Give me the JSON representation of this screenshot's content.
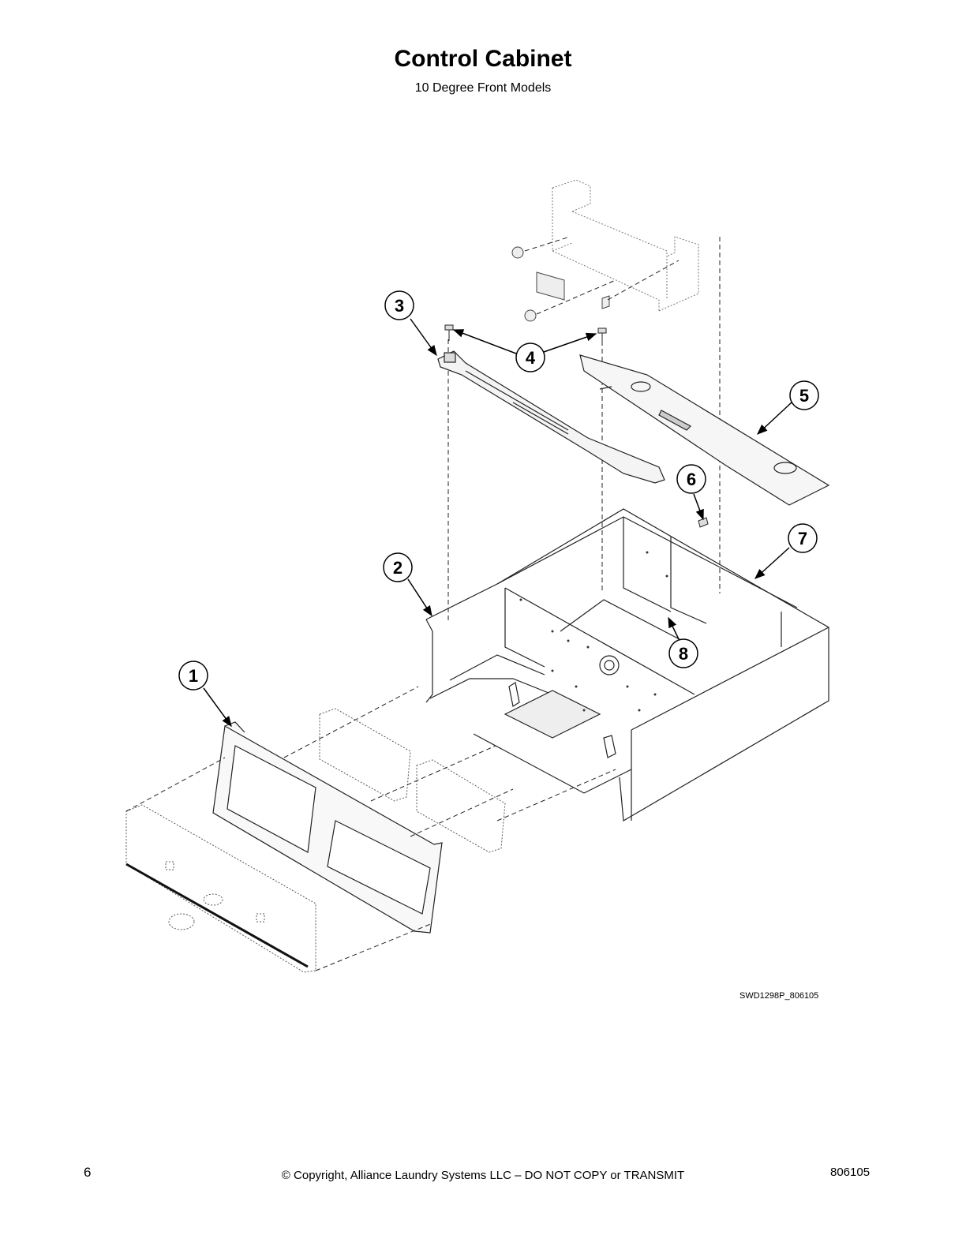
{
  "header": {
    "title": "Control Cabinet",
    "subtitle": "10 Degree Front Models"
  },
  "diagram": {
    "drawing_id": "SWD1298P_806105",
    "callouts": [
      "1",
      "2",
      "3",
      "4",
      "5",
      "6",
      "7",
      "8"
    ]
  },
  "footer": {
    "page_number": "6",
    "copyright": "© Copyright, Alliance Laundry Systems LLC – DO NOT COPY or TRANSMIT",
    "document_number": "806105"
  }
}
